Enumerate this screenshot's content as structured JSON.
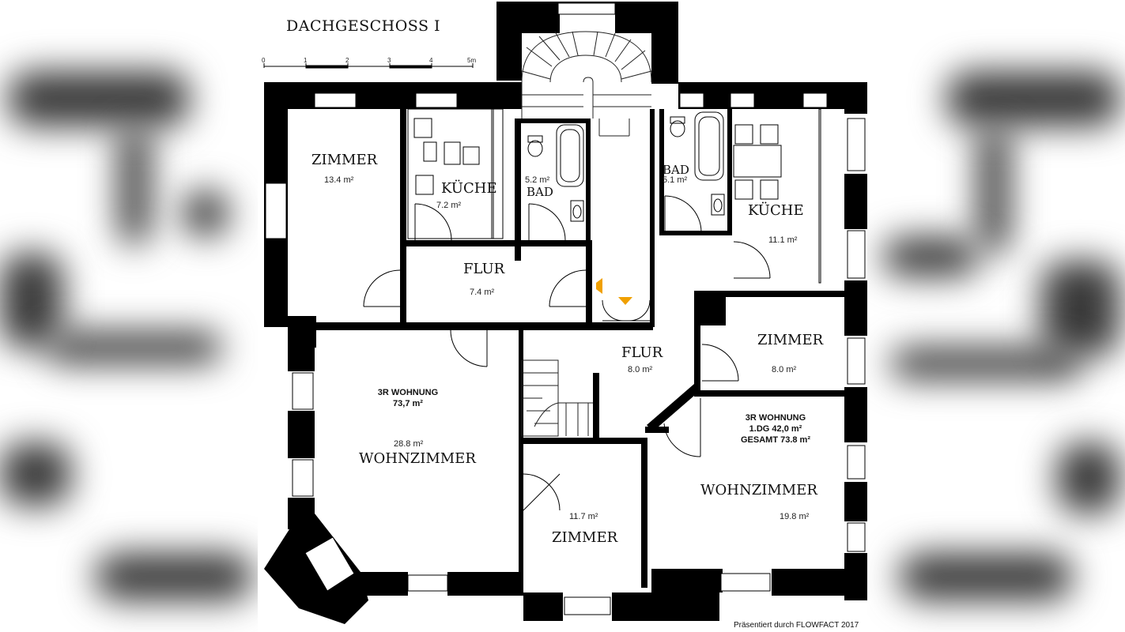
{
  "plan": {
    "title": "DACHGESCHOSS I",
    "scale": {
      "ticks": [
        "0",
        "1",
        "2",
        "3",
        "4",
        "5m"
      ]
    },
    "credit": "Präsentiert durch FLOWFACT 2017",
    "rooms": {
      "zimmer_nw": {
        "name": "ZIMMER",
        "area": "13.4 m²"
      },
      "kueche_w": {
        "name": "KÜCHE",
        "area": "7.2 m²"
      },
      "bad_w": {
        "name": "BAD",
        "area": "5.2 m²"
      },
      "flur_w": {
        "name": "FLUR",
        "area": "7.4 m²"
      },
      "bad_e": {
        "name": "BAD",
        "area": "5.1 m²"
      },
      "kueche_e": {
        "name": "KÜCHE",
        "area": "11.1 m²"
      },
      "zimmer_e": {
        "name": "ZIMMER",
        "area": "8.0 m²"
      },
      "flur_c": {
        "name": "FLUR",
        "area": "8.0 m²"
      },
      "wohnzimmer_w": {
        "name": "WOHNZIMMER",
        "area": "28.8 m²"
      },
      "zimmer_s": {
        "name": "ZIMMER",
        "area": "11.7 m²"
      },
      "wohnzimmer_e": {
        "name": "WOHNZIMMER",
        "area": "19.8 m²"
      }
    },
    "units": {
      "west": {
        "line1": "3R WOHNUNG",
        "line2": "73,7 m²"
      },
      "east": {
        "line1": "3R WOHNUNG",
        "line2": "1.DG 42,0 m²",
        "line3": "GESAMT 73.8 m²"
      }
    },
    "colors": {
      "wall": "#000000",
      "marker": "#f0a000"
    }
  }
}
